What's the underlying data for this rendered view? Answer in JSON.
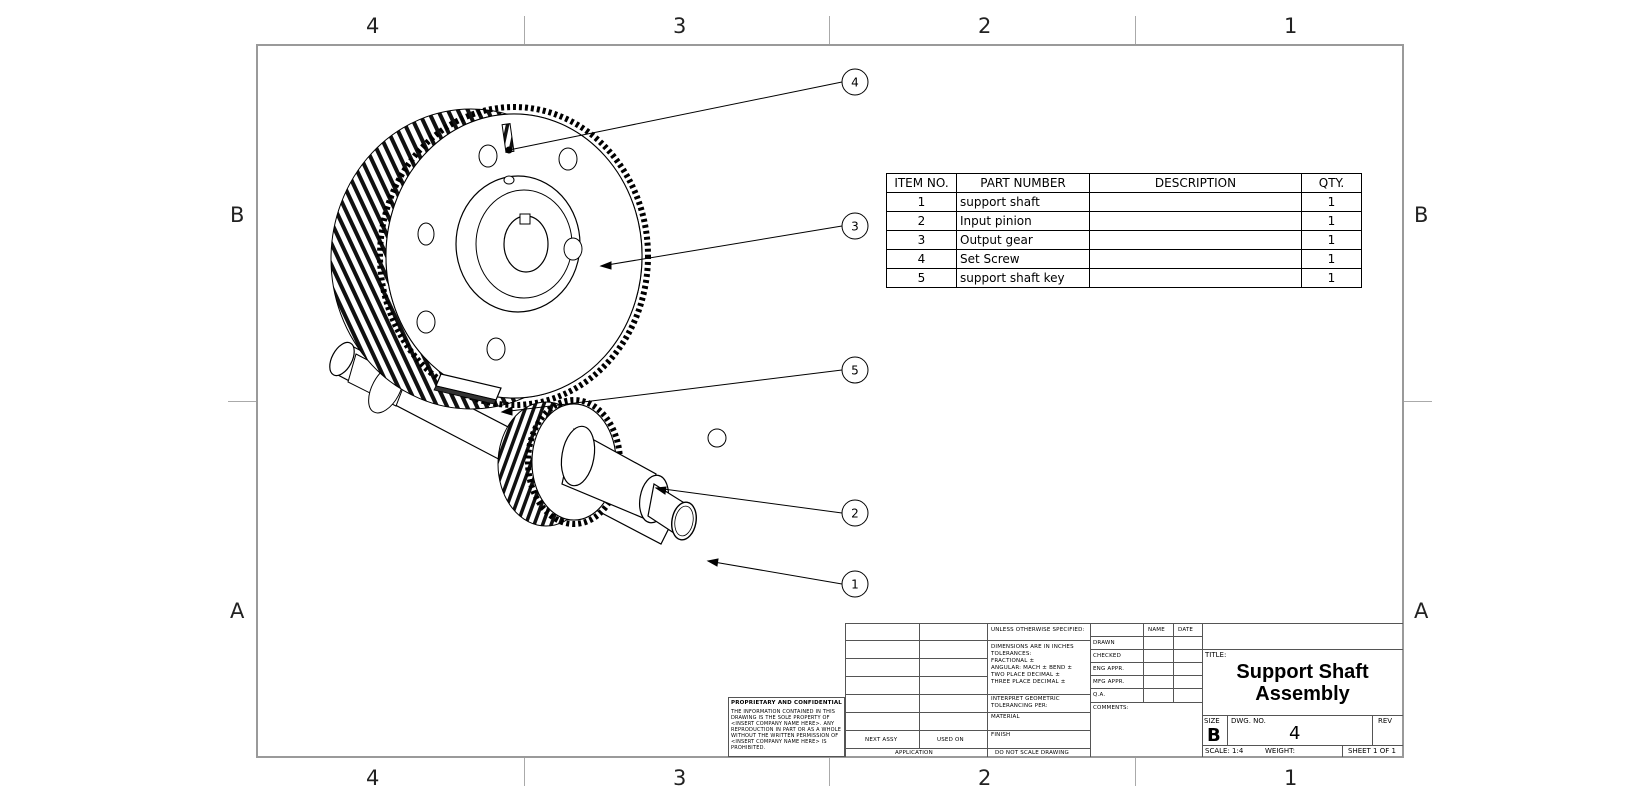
{
  "zones": {
    "columns": [
      "4",
      "3",
      "2",
      "1"
    ],
    "rows": [
      "B",
      "A"
    ]
  },
  "balloons": [
    "1",
    "2",
    "3",
    "4",
    "5"
  ],
  "bom": {
    "headers": [
      "ITEM NO.",
      "PART NUMBER",
      "DESCRIPTION",
      "QTY."
    ],
    "rows": [
      {
        "item": "1",
        "part": "support shaft",
        "desc": "",
        "qty": "1"
      },
      {
        "item": "2",
        "part": "Input pinion",
        "desc": "",
        "qty": "1"
      },
      {
        "item": "3",
        "part": "Output gear",
        "desc": "",
        "qty": "1"
      },
      {
        "item": "4",
        "part": "Set Screw",
        "desc": "",
        "qty": "1"
      },
      {
        "item": "5",
        "part": "support shaft key",
        "desc": "",
        "qty": "1"
      }
    ]
  },
  "title_block": {
    "title_label": "TITLE:",
    "title_line1": "Support Shaft",
    "title_line2": "Assembly",
    "size_label": "SIZE",
    "size_value": "B",
    "dwg_no_label": "DWG.  NO.",
    "dwg_no_value": "4",
    "rev_label": "REV",
    "scale": "SCALE: 1:4",
    "weight": "WEIGHT:",
    "sheet": "SHEET 1 OF 1",
    "name_label": "NAME",
    "date_label": "DATE",
    "drawn": "DRAWN",
    "checked": "CHECKED",
    "eng_appr": "ENG APPR.",
    "mfg_appr": "MFG APPR.",
    "qa": "Q.A.",
    "comments": "COMMENTS:",
    "unless": "UNLESS OTHERWISE SPECIFIED:",
    "dimensions": "DIMENSIONS ARE IN INCHES",
    "tolerances": "TOLERANCES:",
    "fractional": "FRACTIONAL ±",
    "angular": "ANGULAR: MACH ±   BEND ±",
    "two_place": "TWO PLACE DECIMAL  ±",
    "three_place": "THREE PLACE DECIMAL  ±",
    "interpret1": "INTERPRET GEOMETRIC",
    "interpret2": "TOLERANCING PER:",
    "material": "MATERIAL",
    "finish": "FINISH",
    "next_assy": "NEXT ASSY",
    "used_on": "USED ON",
    "application": "APPLICATION",
    "do_not_scale": "DO NOT SCALE DRAWING",
    "proprietary_title": "PROPRIETARY AND CONFIDENTIAL",
    "proprietary_body": [
      "THE INFORMATION CONTAINED IN THIS",
      "DRAWING IS THE SOLE PROPERTY OF",
      "<INSERT COMPANY NAME HERE>. ANY",
      "REPRODUCTION IN PART OR AS A WHOLE",
      "WITHOUT THE WRITTEN PERMISSION OF",
      "<INSERT COMPANY NAME HERE> IS",
      "PROHIBITED."
    ]
  }
}
